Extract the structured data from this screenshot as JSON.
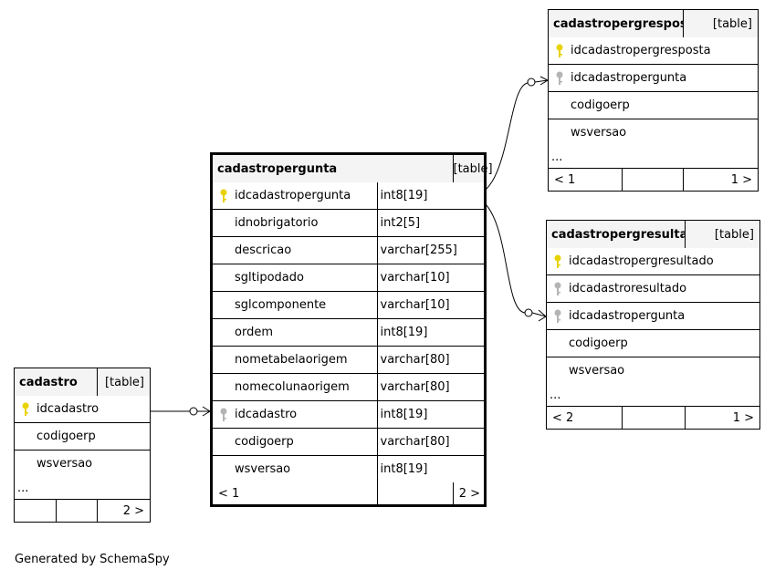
{
  "colors": {
    "pk_key": "#e8d200",
    "fk_key": "#b4b4b4",
    "header_bg": "#f4f4f4"
  },
  "cadastropergunta": {
    "name": "cadastropergunta",
    "kind": "[table]",
    "columns": [
      {
        "name": "idcadastropergunta",
        "type": "int8[19]",
        "key": "pk"
      },
      {
        "name": "idnobrigatorio",
        "type": "int2[5]",
        "key": ""
      },
      {
        "name": "descricao",
        "type": "varchar[255]",
        "key": ""
      },
      {
        "name": "sgltipodado",
        "type": "varchar[10]",
        "key": ""
      },
      {
        "name": "sglcomponente",
        "type": "varchar[10]",
        "key": ""
      },
      {
        "name": "ordem",
        "type": "int8[19]",
        "key": ""
      },
      {
        "name": "nometabelaorigem",
        "type": "varchar[80]",
        "key": ""
      },
      {
        "name": "nomecolunaorigem",
        "type": "varchar[80]",
        "key": ""
      },
      {
        "name": "idcadastro",
        "type": "int8[19]",
        "key": "fk"
      },
      {
        "name": "codigoerp",
        "type": "varchar[80]",
        "key": ""
      },
      {
        "name": "wsversao",
        "type": "int8[19]",
        "key": ""
      }
    ],
    "footer_left": "< 1",
    "footer_right": "2 >"
  },
  "cadastro": {
    "name": "cadastro",
    "kind": "[table]",
    "columns": [
      {
        "name": "idcadastro",
        "key": "pk"
      },
      {
        "name": "codigoerp",
        "key": ""
      },
      {
        "name": "wsversao",
        "key": ""
      }
    ],
    "ellipsis": "...",
    "footer_right": "2 >"
  },
  "cadastropergresposta": {
    "name": "cadastropergresposta",
    "kind": "[table]",
    "columns": [
      {
        "name": "idcadastropergresposta",
        "key": "pk"
      },
      {
        "name": "idcadastropergunta",
        "key": "fk"
      },
      {
        "name": "codigoerp",
        "key": ""
      },
      {
        "name": "wsversao",
        "key": ""
      }
    ],
    "ellipsis": "...",
    "footer_left": "< 1",
    "footer_right": "1 >"
  },
  "cadastropergresultado": {
    "name": "cadastropergresultado",
    "kind": "[table]",
    "columns": [
      {
        "name": "idcadastropergresultado",
        "key": "pk"
      },
      {
        "name": "idcadastroresultado",
        "key": "fk"
      },
      {
        "name": "idcadastropergunta",
        "key": "fk"
      },
      {
        "name": "codigoerp",
        "key": ""
      },
      {
        "name": "wsversao",
        "key": ""
      }
    ],
    "ellipsis": "...",
    "footer_left": "< 2",
    "footer_right": "1 >"
  },
  "footer_note": "Generated by SchemaSpy"
}
